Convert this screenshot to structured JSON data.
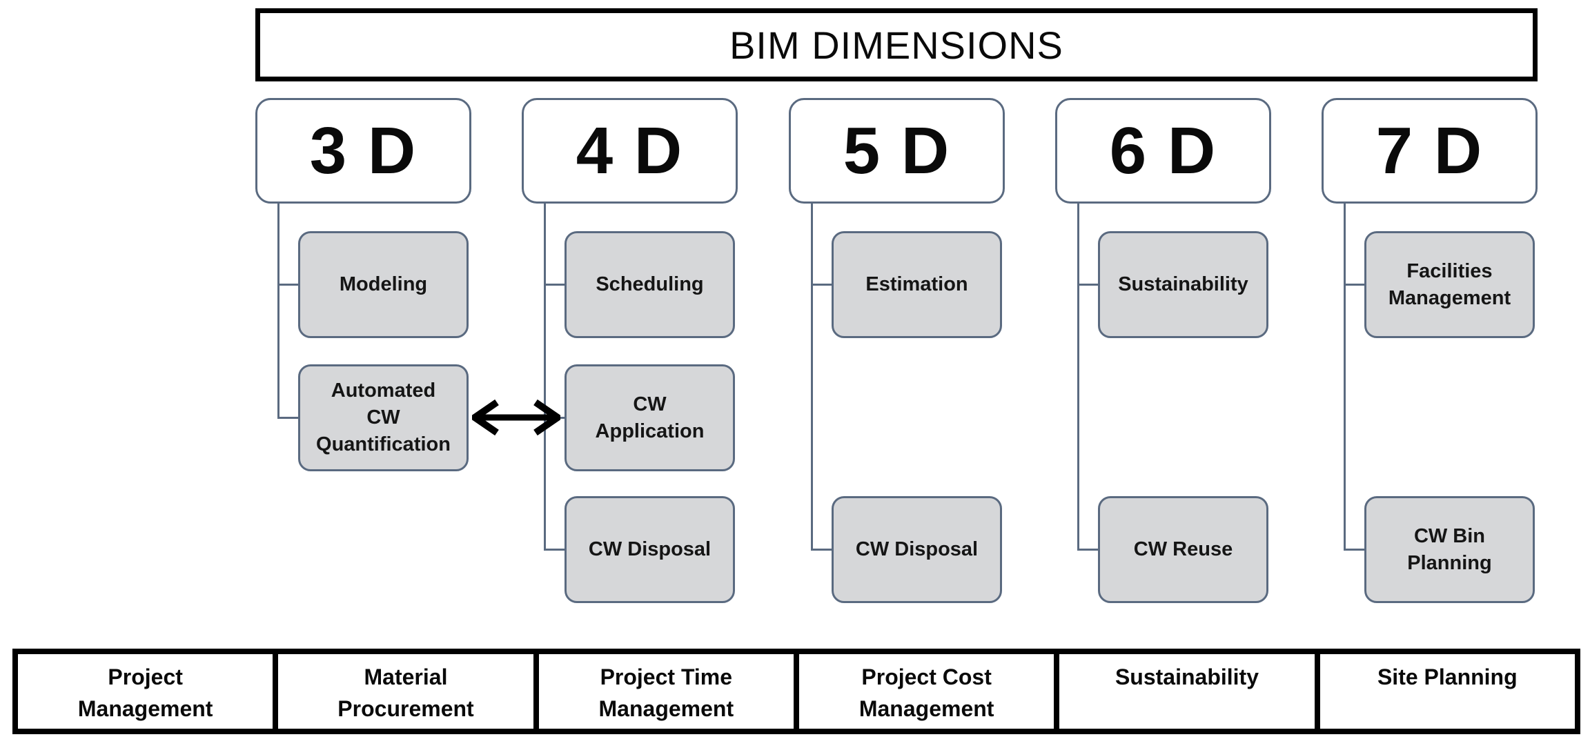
{
  "title": "BIM DIMENSIONS",
  "columns": [
    {
      "label": "3 D",
      "children": [
        {
          "label": "Modeling"
        },
        {
          "label": "Automated\nCW\nQuantification"
        }
      ]
    },
    {
      "label": "4 D",
      "children": [
        {
          "label": "Scheduling"
        },
        {
          "label": "CW\nApplication"
        },
        {
          "label": "CW Disposal"
        }
      ]
    },
    {
      "label": "5 D",
      "children": [
        {
          "label": "Estimation"
        },
        {
          "label": "CW Disposal"
        }
      ]
    },
    {
      "label": "6 D",
      "children": [
        {
          "label": "Sustainability"
        },
        {
          "label": "CW Reuse"
        }
      ]
    },
    {
      "label": "7 D",
      "children": [
        {
          "label": "Facilities\nManagement"
        },
        {
          "label": "CW Bin\nPlanning"
        }
      ]
    }
  ],
  "bottom_row": [
    {
      "label": "Project\nManagement"
    },
    {
      "label": "Material\nProcurement"
    },
    {
      "label": "Project Time\nManagement"
    },
    {
      "label": "Project Cost\nManagement"
    },
    {
      "label": "Sustainability"
    },
    {
      "label": "Site Planning"
    }
  ],
  "colors": {
    "node_fill": "#d6d7d9",
    "node_border": "#5a6a80",
    "connector": "#5a6a80",
    "frame_border": "#000000",
    "arrow": "#000000"
  }
}
